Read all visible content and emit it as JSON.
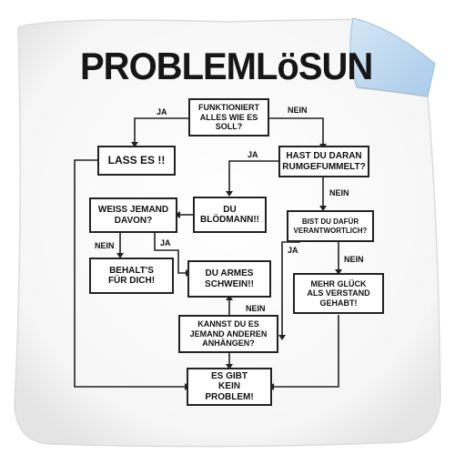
{
  "title": "PROBLEMLöSUN",
  "boxes": {
    "funktioniert": "FUNKTIONIERT\nALLES WIE ES\nSOLL?",
    "lass_es": "LASS ES !!",
    "hast_du": "HAST DU DARAN\nRUMGEFUMMELT?",
    "weiss_jemand": "WEISS JEMAND\nDAVON?",
    "du_bloedmann": "DU\nBLÖDMANN!!",
    "bist_du": "BIST DU DAFÜR\nVERANTWORTLICH?",
    "behalts": "BEHALT'S\nFÜR DICH!",
    "du_armes": "DU ARMES\nSCHWEIN!!",
    "mehr_glueck": "MEHR GLÜCK\nALS VERSTAND\nGEHABT!",
    "kannst_du": "KANNST DU ES\nJEMAND ANDEREN\nANHÄNGEN?",
    "es_gibt": "ES GIBT\nKEIN\nPROBLEM!"
  },
  "labels": {
    "ja_1": "JA",
    "nein_1": "NEIN",
    "ja_2": "JA",
    "nein_2": "NEIN",
    "ja_3": "JA",
    "nein_3": "NEIN",
    "ja_4": "JA",
    "nein_4": "NEIN",
    "nein_5": "NEIN"
  },
  "colors": {
    "pillow": "#ffffff",
    "background": "#ffffff",
    "ink": "#161616",
    "backside": "#b8d6ef"
  }
}
